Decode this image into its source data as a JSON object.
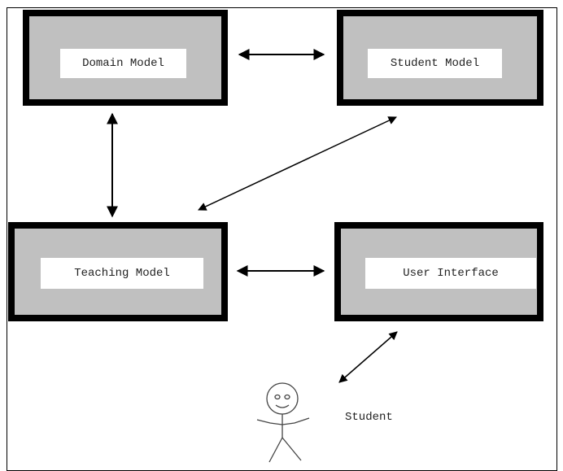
{
  "boxes": {
    "domain_model": "Domain Model",
    "student_model": "Student Model",
    "teaching_model": "Teaching Model",
    "user_interface": "User Interface"
  },
  "actor": {
    "label": "Student",
    "icon": "stick-figure-icon"
  },
  "colors": {
    "box_fill": "#c0c0c0",
    "box_border": "#000000",
    "label_background": "#ffffff"
  }
}
